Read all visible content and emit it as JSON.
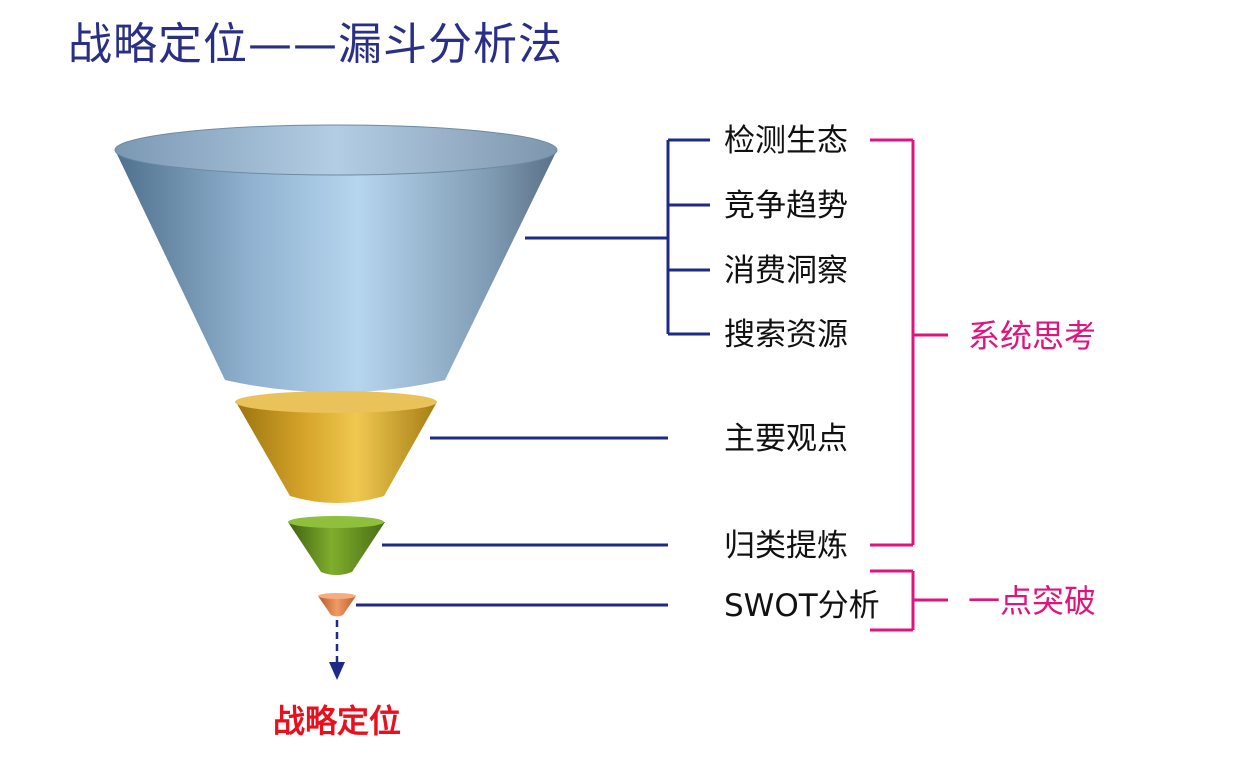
{
  "title": "战略定位——漏斗分析法",
  "colors": {
    "title": "#2a2f86",
    "connector": "#1f2a86",
    "bracket": "#e0147c",
    "result": "#e8101c",
    "stage_blue": "#9fc3e0",
    "stage_gold": "#d9a82a",
    "stage_green": "#6f9b24",
    "stage_orange": "#e68a52"
  },
  "funnel": {
    "stages": [
      {
        "name": "blue-top",
        "color": "#9fc3e0"
      },
      {
        "name": "gold",
        "color": "#d9a82a"
      },
      {
        "name": "green",
        "color": "#6f9b24"
      },
      {
        "name": "orange",
        "color": "#e68a52"
      }
    ],
    "items": [
      "检测生态",
      "竞争趋势",
      "消费洞察",
      "搜索资源",
      "主要观点",
      "归类提炼",
      "SWOT分析"
    ],
    "output_label": "战略定位"
  },
  "groups": {
    "systematic": "系统思考",
    "breakthrough": "一点突破"
  }
}
